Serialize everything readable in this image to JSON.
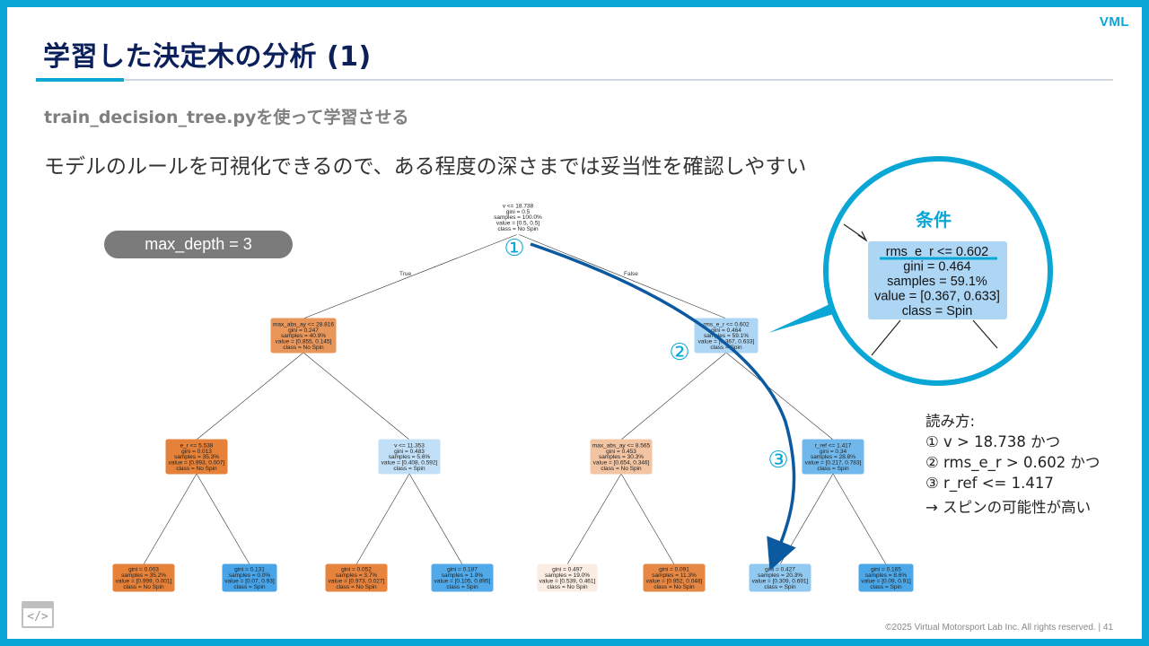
{
  "slide": {
    "title": "学習した決定木の分析 (1)",
    "logo": "VML",
    "subtitle_1": "train_decision_tree.pyを使って学習させる",
    "subtitle_2": "モデルのルールを可視化できるので、ある程度の深さまでは妥当性を確認しやすい",
    "depth_badge": "max_depth = 3",
    "footer": "©2025 Virtual Motorsport Lab Inc. All rights reserved.  |  41",
    "code_icon_glyph": "</>"
  },
  "tree": {
    "edge_labels": {
      "true": "True",
      "false": "False"
    },
    "nodes": [
      {
        "id": "root",
        "lines": [
          "v <= 18.738",
          "gini = 0.5",
          "samples = 100.0%",
          "value = [0.5, 0.5]",
          "class = No Spin"
        ],
        "fill": "#ffffff"
      },
      {
        "id": "L",
        "lines": [
          "max_abs_ay <= 28.816",
          "gini = 0.247",
          "samples = 40.9%",
          "value = [0.855, 0.145]",
          "class = No Spin"
        ],
        "fill": "#e9965a"
      },
      {
        "id": "R",
        "lines": [
          "rms_e_r <= 0.602",
          "gini = 0.464",
          "samples = 59.1%",
          "value = [0.367, 0.633]",
          "class = Spin"
        ],
        "fill": "#acd6f4"
      },
      {
        "id": "LL",
        "lines": [
          "e_r <= 5.538",
          "gini = 0.013",
          "samples = 35.3%",
          "value = [0.993, 0.007]",
          "class = No Spin"
        ],
        "fill": "#e58139"
      },
      {
        "id": "LR",
        "lines": [
          "v <= 11.353",
          "gini = 0.483",
          "samples = 5.6%",
          "value = [0.408, 0.592]",
          "class = Spin"
        ],
        "fill": "#c1e0f7"
      },
      {
        "id": "RL",
        "lines": [
          "max_abs_ay <= 8.565",
          "gini = 0.453",
          "samples = 30.3%",
          "value = [0.654, 0.346]",
          "class = No Spin"
        ],
        "fill": "#f3c4a2"
      },
      {
        "id": "RR",
        "lines": [
          "r_ref <= 1.417",
          "gini = 0.34",
          "samples = 28.8%",
          "value = [0.217, 0.783]",
          "class = Spin"
        ],
        "fill": "#70b8ec"
      },
      {
        "id": "LLL",
        "lines": [
          "gini = 0.003",
          "samples = 35.2%",
          "value = [0.999, 0.001]",
          "class = No Spin"
        ],
        "fill": "#e58139"
      },
      {
        "id": "LLR",
        "lines": [
          "gini = 0.131",
          "samples = 0.0%",
          "value = [0.07, 0.93]",
          "class = Spin"
        ],
        "fill": "#48a4e7"
      },
      {
        "id": "LRL",
        "lines": [
          "gini = 0.052",
          "samples = 3.7%",
          "value = [0.973, 0.027]",
          "class = No Spin"
        ],
        "fill": "#e6843e"
      },
      {
        "id": "LRR",
        "lines": [
          "gini = 0.187",
          "samples = 1.9%",
          "value = [0.105, 0.895]",
          "class = Spin"
        ],
        "fill": "#50a9e8"
      },
      {
        "id": "RLL",
        "lines": [
          "gini = 0.497",
          "samples = 19.0%",
          "value = [0.539, 0.461]",
          "class = No Spin"
        ],
        "fill": "#fbede3"
      },
      {
        "id": "RLR",
        "lines": [
          "gini = 0.091",
          "samples = 11.3%",
          "value = [0.952, 0.048]",
          "class = No Spin"
        ],
        "fill": "#e68743"
      },
      {
        "id": "RRL",
        "lines": [
          "gini = 0.427",
          "samples = 20.3%",
          "value = [0.309, 0.691]",
          "class = Spin"
        ],
        "fill": "#92c9f1"
      },
      {
        "id": "RRR",
        "lines": [
          "gini = 0.165",
          "samples = 8.6%",
          "value = [0.09, 0.91]",
          "class = Spin"
        ],
        "fill": "#4ca7e8"
      }
    ]
  },
  "steps": [
    "①",
    "②",
    "③"
  ],
  "zoom": {
    "title": "条件",
    "lines": [
      "rms_e_r <= 0.602",
      "gini = 0.464",
      "samples = 59.1%",
      "value = [0.367, 0.633]",
      "class = Spin"
    ]
  },
  "howto": {
    "heading": "読み方:",
    "items": [
      "① v > 18.738 かつ",
      "② rms_e_r > 0.602 かつ",
      "③ r_ref <= 1.417"
    ],
    "conclusion": "→ スピンの可能性が高い"
  },
  "colors": {
    "accent": "#0aa6d6",
    "title": "#0b1f5b",
    "path_arrow": "#0b5aa0"
  }
}
